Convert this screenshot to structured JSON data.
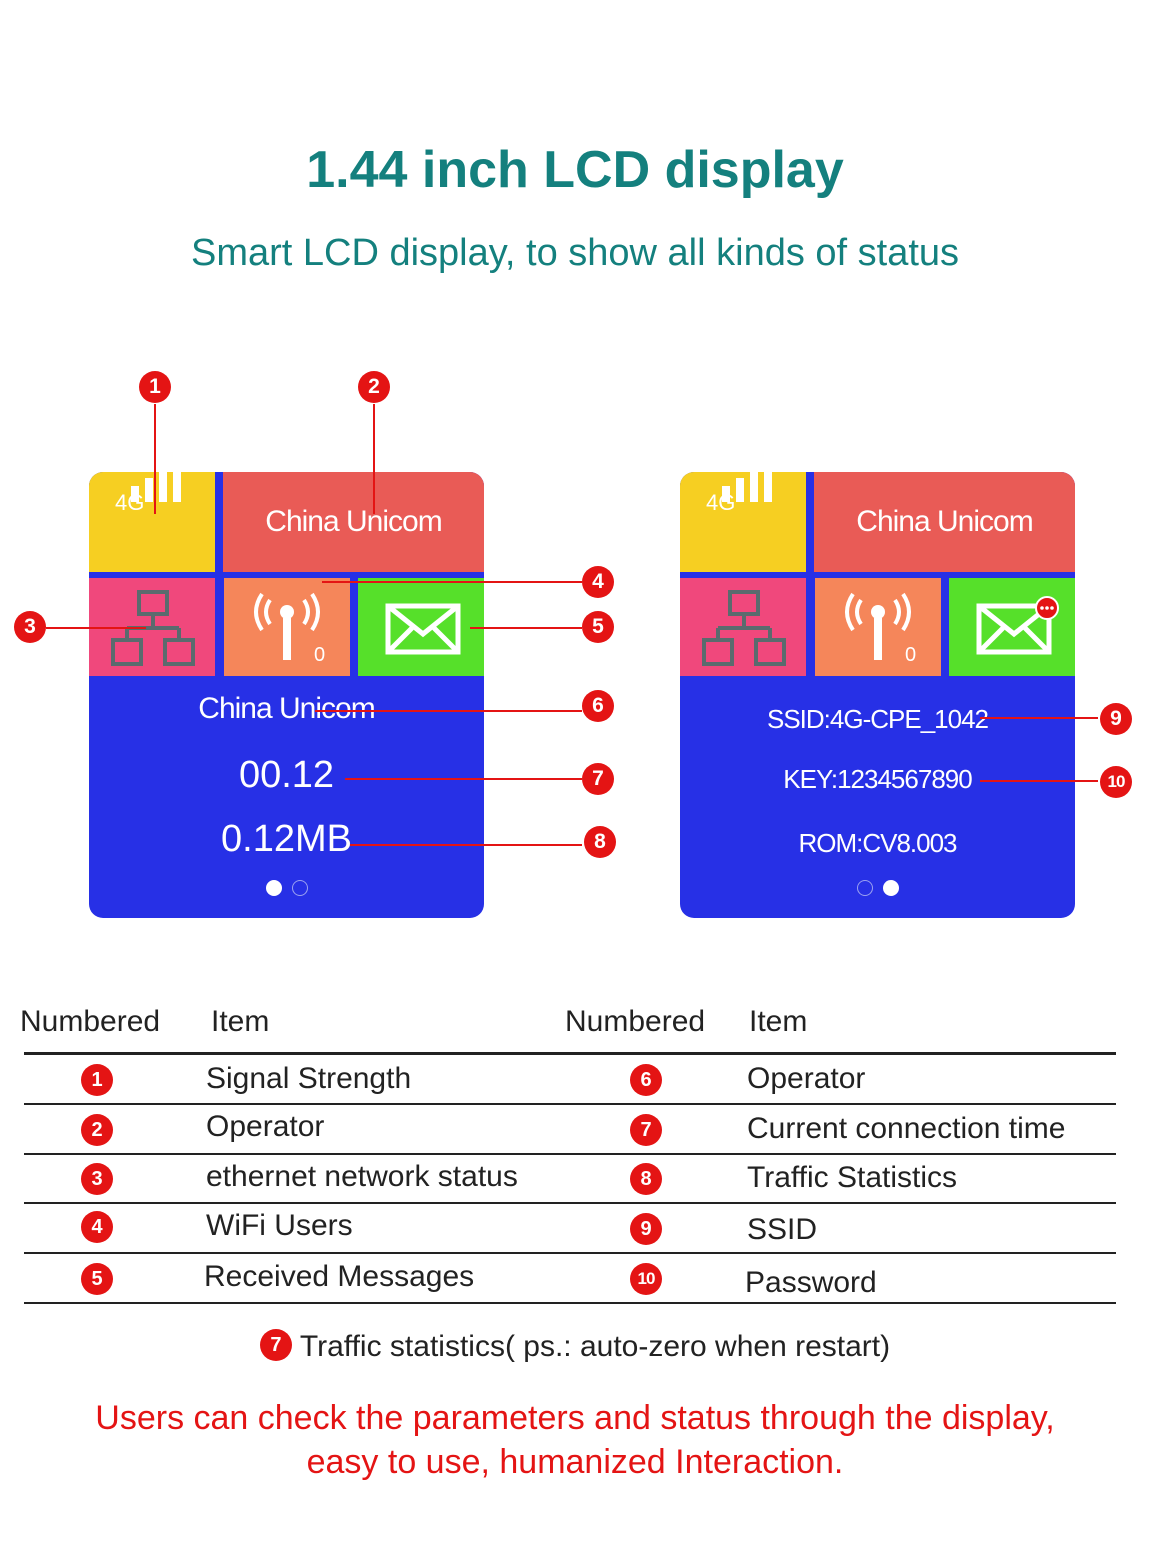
{
  "header": {
    "title": "1.44 inch LCD display",
    "subtitle": "Smart LCD display, to show all kinds of status"
  },
  "screen1": {
    "network_type": "4G",
    "operator": "China Unicom",
    "wifi_users": "0",
    "operator_main": "China Unicom",
    "connection_time": "00.12",
    "traffic": "0.12MB"
  },
  "screen2": {
    "network_type": "4G",
    "operator": "China Unicom",
    "wifi_users": "0",
    "ssid": "SSID:4G-CPE_1042",
    "key": "KEY:1234567890",
    "rom": "ROM:CV8.003"
  },
  "callouts": [
    "1",
    "2",
    "3",
    "4",
    "5",
    "6",
    "7",
    "8",
    "9",
    "10"
  ],
  "table": {
    "headers": [
      "Numbered",
      "Item",
      "Numbered",
      "Item"
    ],
    "rows": [
      {
        "n1": "1",
        "item1": "Signal Strength",
        "n2": "6",
        "item2": "Operator"
      },
      {
        "n1": "2",
        "item1": "Operator",
        "n2": "7",
        "item2": "Current connection time"
      },
      {
        "n1": "3",
        "item1": "ethernet network status",
        "n2": "8",
        "item2": "Traffic Statistics"
      },
      {
        "n1": "4",
        "item1": "WiFi Users",
        "n2": "9",
        "item2": "SSID"
      },
      {
        "n1": "5",
        "item1": "Received Messages",
        "n2": "10",
        "item2": "Password"
      }
    ]
  },
  "footnote": {
    "badge": "7",
    "text": "Traffic statistics( ps.: auto-zero when restart)"
  },
  "footer": {
    "line1": "Users can check the parameters and status through the display,",
    "line2": "easy to use, humanized Interaction."
  },
  "colors": {
    "teal": "#14807e",
    "red": "#e41414",
    "screen_blue": "#2730e6",
    "tile_yellow": "#f6cf22",
    "tile_red": "#e95b56",
    "tile_pink": "#f0487c",
    "tile_orange": "#f5865a",
    "tile_green": "#56e02a"
  }
}
